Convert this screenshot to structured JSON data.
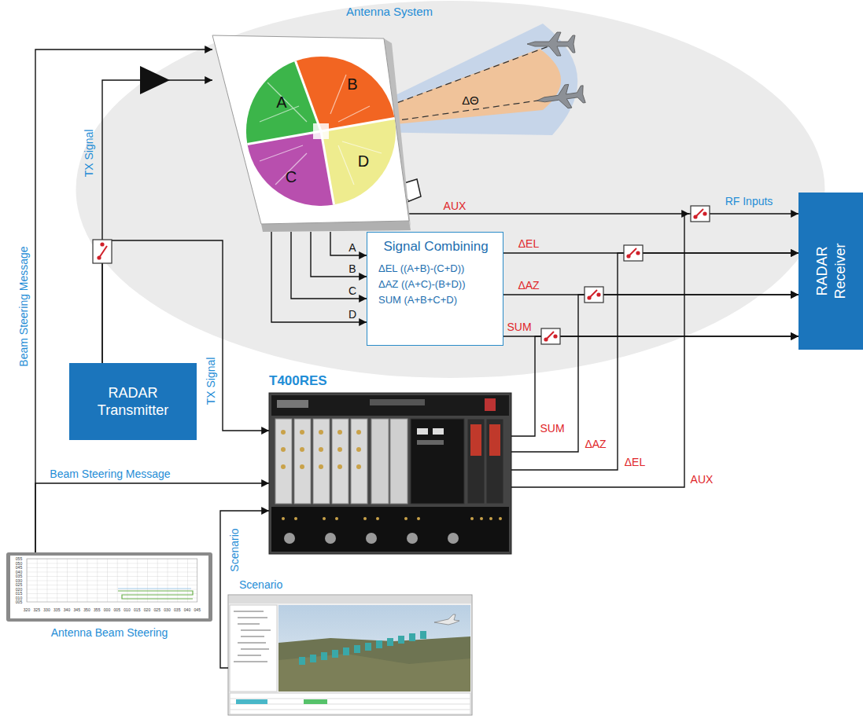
{
  "diagram": {
    "nodes": [
      {
        "text": [
          "Antenna System"
        ]
      },
      {
        "text": [
          "A",
          "B",
          "C",
          "D"
        ],
        "in": 0
      },
      {
        "text": [
          "Signal Combining",
          "ΔEL ((A+B)-(C+D))",
          "ΔAZ ((A+C)-(B+D))",
          "SUM (A+B+C+D)"
        ],
        "in": 0
      },
      {
        "text": [
          "RADAR Transmitter"
        ]
      },
      {
        "text": [
          "T400RES"
        ]
      },
      {
        "text": [
          "RADAR Receiver"
        ]
      },
      {
        "text": [
          "Antenna Beam Steering"
        ]
      },
      {
        "text": [
          "Scenario"
        ]
      }
    ],
    "edges": [
      {
        "from": 6,
        "to": 1,
        "arrow": "to",
        "label": "Beam Steering Message"
      },
      {
        "from": 6,
        "to": 4,
        "arrow": "to",
        "label": "Beam Steering Message"
      },
      {
        "from": 3,
        "to": 1,
        "arrow": "to",
        "label": "TX Signal"
      },
      {
        "from": 3,
        "to": 4,
        "arrow": "to",
        "label": "TX Signal"
      },
      {
        "from": 1,
        "to": 2,
        "arrow": "to",
        "label": "A"
      },
      {
        "from": 1,
        "to": 2,
        "arrow": "to",
        "label": "B"
      },
      {
        "from": 1,
        "to": 2,
        "arrow": "to",
        "label": "C"
      },
      {
        "from": 1,
        "to": 2,
        "arrow": "to",
        "label": "D"
      },
      {
        "from": 2,
        "to": 5,
        "arrow": "to",
        "label": "ΔEL"
      },
      {
        "from": 2,
        "to": 5,
        "arrow": "to",
        "label": "ΔAZ"
      },
      {
        "from": 2,
        "to": 5,
        "arrow": "to",
        "label": "SUM"
      },
      {
        "from": 4,
        "to": 5,
        "arrow": "to",
        "label": "SUM"
      },
      {
        "from": 4,
        "to": 5,
        "arrow": "to",
        "label": "ΔAZ"
      },
      {
        "from": 4,
        "to": 5,
        "arrow": "to",
        "label": "ΔEL"
      },
      {
        "from": 4,
        "to": 5,
        "arrow": "to",
        "label": "AUX"
      },
      {
        "from": 7,
        "to": 4,
        "arrow": "to",
        "label": "Scenario"
      }
    ],
    "labels": [
      "ΔΘ",
      "AUX",
      "RF Inputs",
      "055",
      "050",
      "045",
      "040",
      "035",
      "030",
      "025",
      "020",
      "015",
      "010",
      "005",
      "320",
      "325",
      "330",
      "335",
      "340",
      "345",
      "350",
      "355",
      "000",
      "005",
      "010",
      "015",
      "020",
      "025",
      "030",
      "035",
      "040",
      "045"
    ]
  }
}
